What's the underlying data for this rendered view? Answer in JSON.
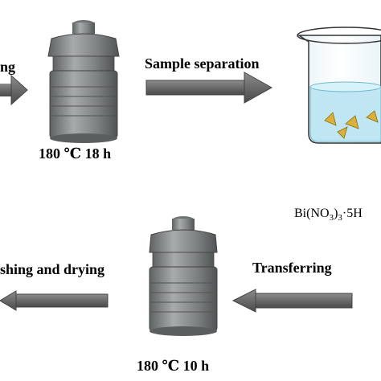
{
  "diagram": {
    "top_left_fragment": "ng",
    "step_separation": "Sample separation",
    "temp_top": "180 ℃ 18 h",
    "reagent_prefix": "Bi(NO",
    "reagent_sub": "3",
    "reagent_mid": ")",
    "reagent_sub2": "3",
    "reagent_suffix": "·5H",
    "step_washing": "shing and drying",
    "step_transferring": "Transferring",
    "temp_bottom": "180 ℃ 10 h"
  },
  "colors": {
    "arrow_fill": "#6e6e6e",
    "autoclave_body": "#8a8e8e",
    "liquid": "#bfe6f2",
    "crystals": "#d9b13a"
  }
}
